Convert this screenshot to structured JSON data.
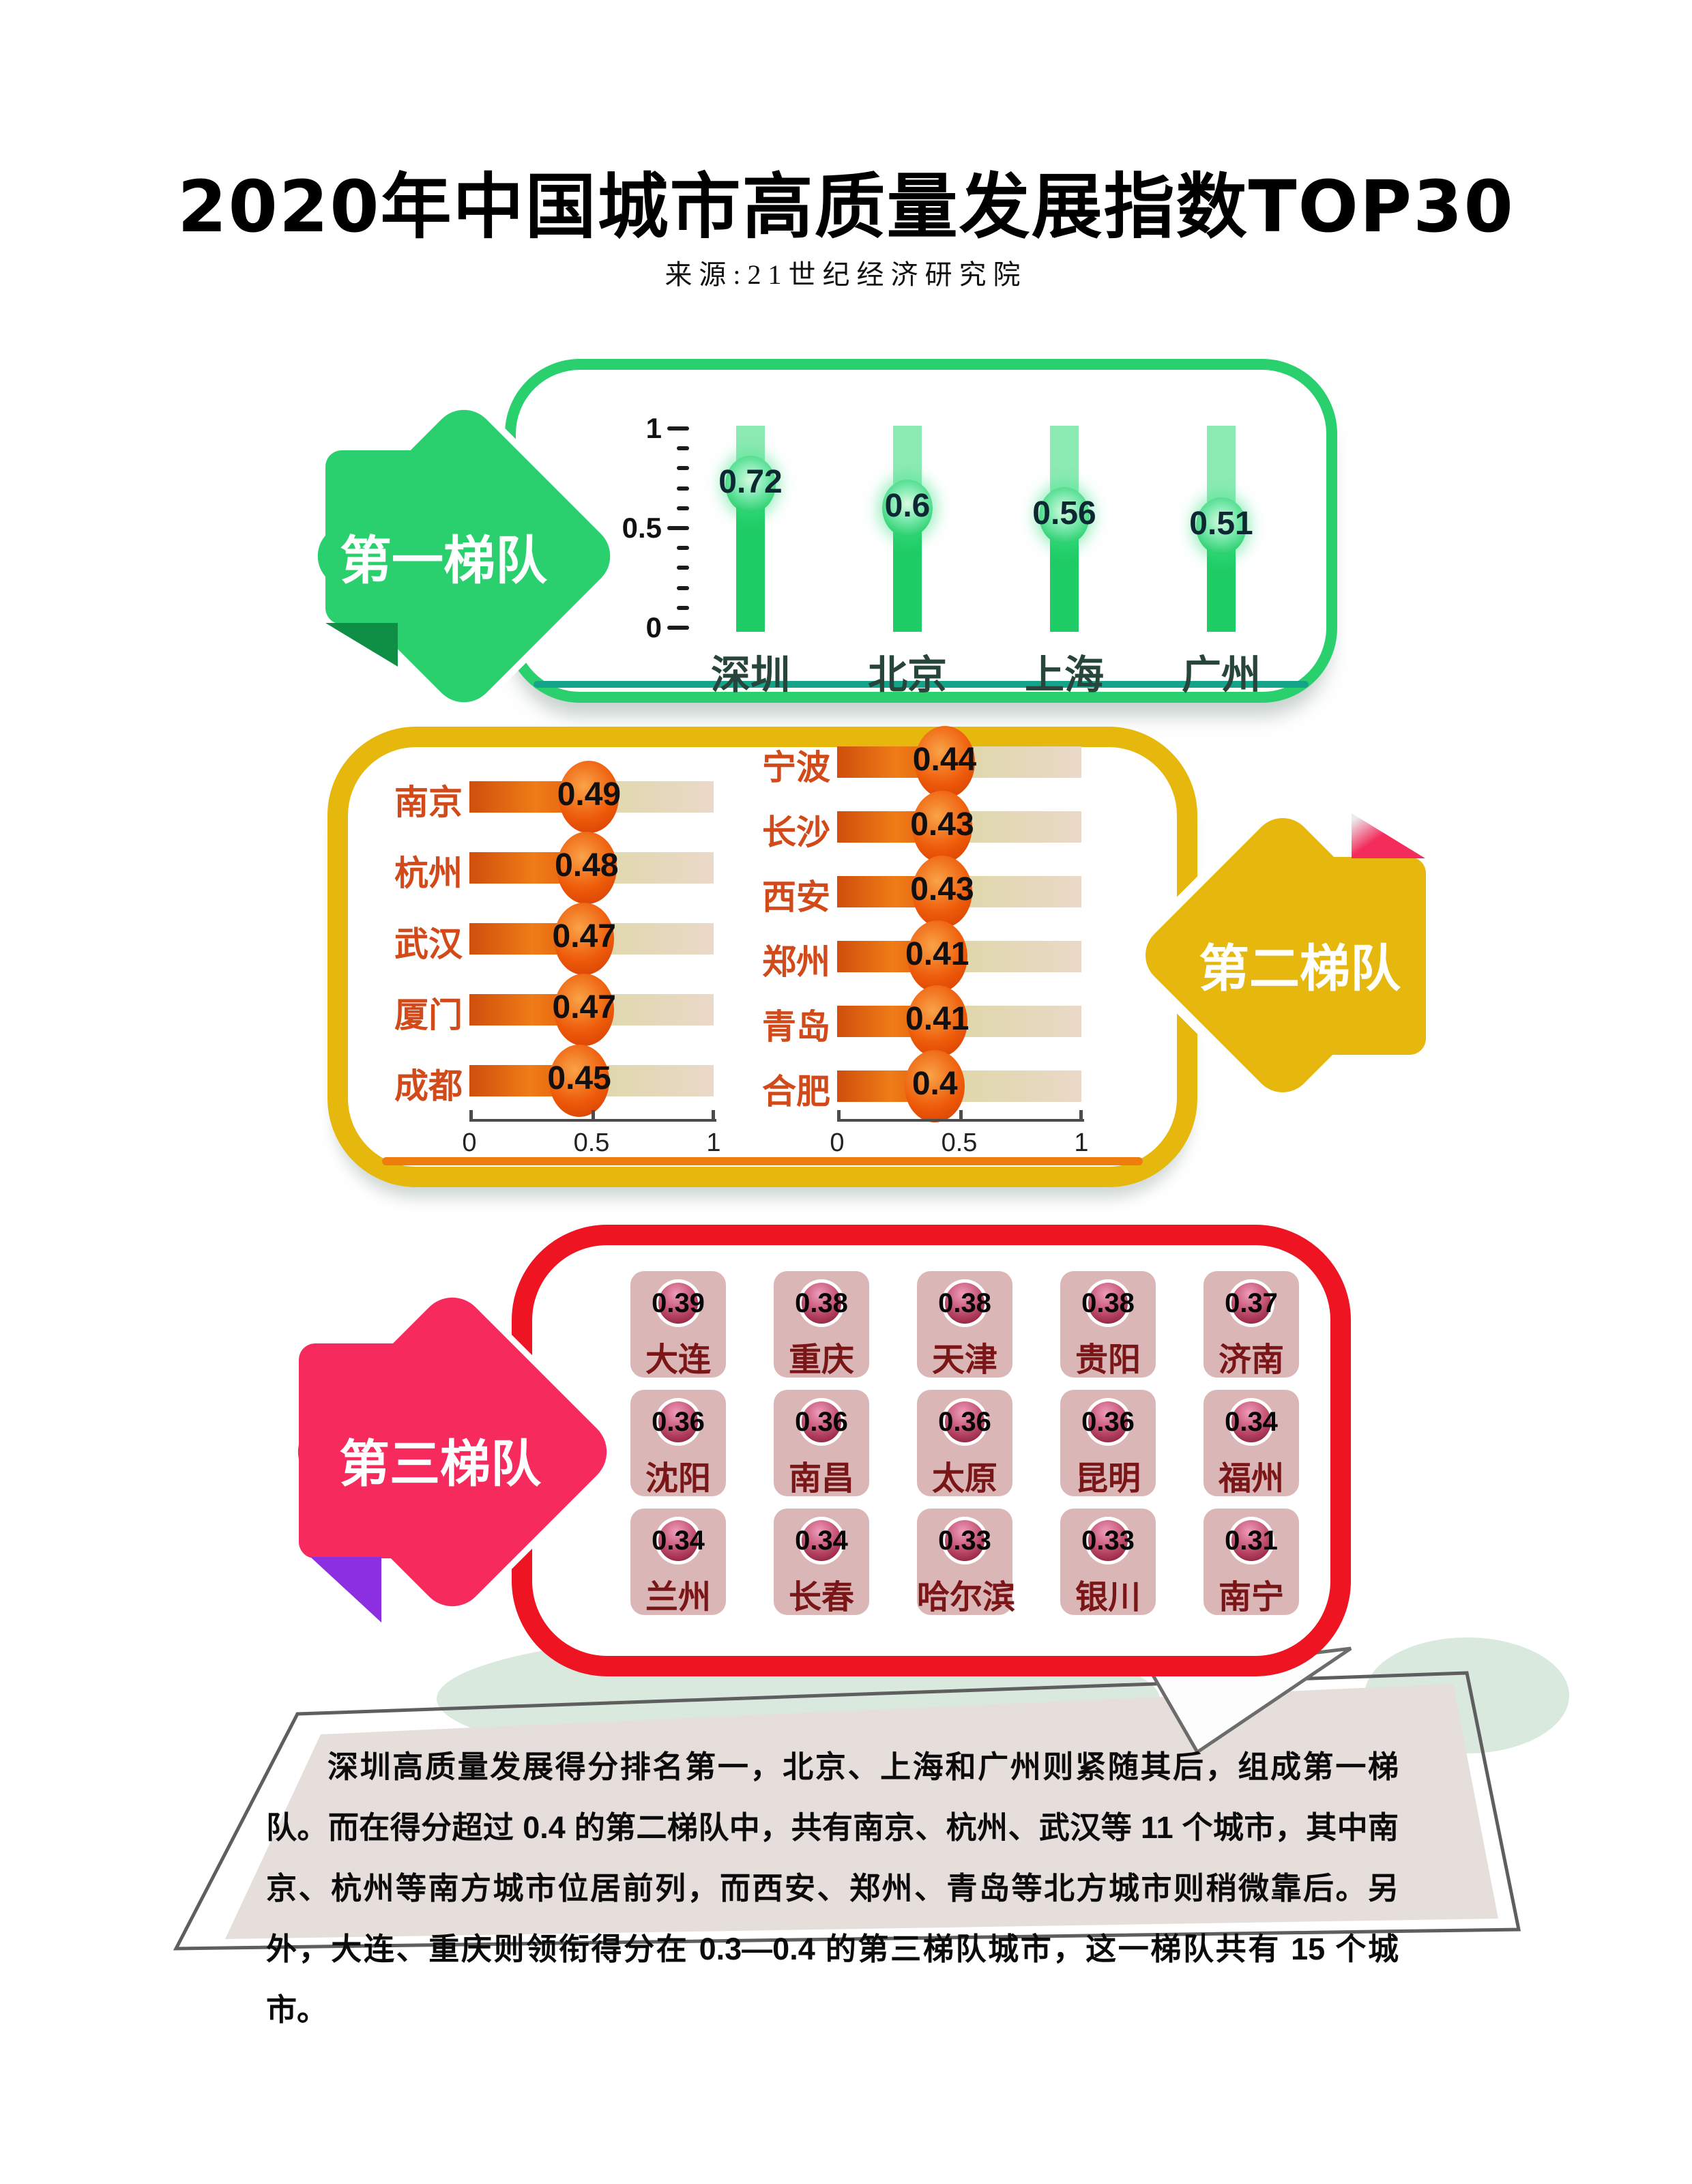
{
  "title": "2020年中国城市高质量发展指数TOP30",
  "subtitle": "来源:21世纪经济研究院",
  "tier1": {
    "label": "第一梯队",
    "axis_ticks": [
      "1",
      "0.5",
      "0"
    ],
    "cities": [
      {
        "name": "深圳",
        "value": "0.72"
      },
      {
        "name": "北京",
        "value": "0.6"
      },
      {
        "name": "上海",
        "value": "0.56"
      },
      {
        "name": "广州",
        "value": "0.51"
      }
    ]
  },
  "tier2": {
    "label": "第二梯队",
    "axis_ticks": [
      "0",
      "0.5",
      "1"
    ],
    "left_column": [
      {
        "name": "南京",
        "value": "0.49"
      },
      {
        "name": "杭州",
        "value": "0.48"
      },
      {
        "name": "武汉",
        "value": "0.47"
      },
      {
        "name": "厦门",
        "value": "0.47"
      },
      {
        "name": "成都",
        "value": "0.45"
      }
    ],
    "right_column": [
      {
        "name": "宁波",
        "value": "0.44"
      },
      {
        "name": "长沙",
        "value": "0.43"
      },
      {
        "name": "西安",
        "value": "0.43"
      },
      {
        "name": "郑州",
        "value": "0.41"
      },
      {
        "name": "青岛",
        "value": "0.41"
      },
      {
        "name": "合肥",
        "value": "0.4"
      }
    ]
  },
  "tier3": {
    "label": "第三梯队",
    "cities": [
      {
        "name": "大连",
        "value": "0.39"
      },
      {
        "name": "重庆",
        "value": "0.38"
      },
      {
        "name": "天津",
        "value": "0.38"
      },
      {
        "name": "贵阳",
        "value": "0.38"
      },
      {
        "name": "济南",
        "value": "0.37"
      },
      {
        "name": "沈阳",
        "value": "0.36"
      },
      {
        "name": "南昌",
        "value": "0.36"
      },
      {
        "name": "太原",
        "value": "0.36"
      },
      {
        "name": "昆明",
        "value": "0.36"
      },
      {
        "name": "福州",
        "value": "0.34"
      },
      {
        "name": "兰州",
        "value": "0.34"
      },
      {
        "name": "长春",
        "value": "0.34"
      },
      {
        "name": "哈尔滨",
        "value": "0.33"
      },
      {
        "name": "银川",
        "value": "0.33"
      },
      {
        "name": "南宁",
        "value": "0.31"
      }
    ]
  },
  "footer": {
    "paragraph": "深圳高质量发展得分排名第一，北京、上海和广州则紧随其后，组成第一梯队。而在得分超过 0.4 的第二梯队中，共有南京、杭州、武汉等 11 个城市，其中南京、杭州等南方城市位居前列，而西安、郑州、青岛等北方城市则稍微靠后。另外，大连、重庆则领衔得分在 0.3—0.4 的第三梯队城市，这一梯队共有 15 个城市。"
  },
  "colors": {
    "tier1_green": "#2bd06e",
    "tier1_fold_green": "#0f8f45",
    "tier1_inner_teal": "#14a489",
    "tier1_track_light": "#8ceab3",
    "tier2_yellow": "#e6b70c",
    "tier2_inner_orange": "#ee7d0e",
    "tier2_bar_orange": "#ee5b09",
    "tier2_label_orange": "#d2491a",
    "tier2_fold_pink": "#f32c5c",
    "tier3_red_border": "#ee1422",
    "tier3_arrow_pink": "#f62a5c",
    "tier3_fold_purple": "#8b2fe0",
    "tier3_cell_bg": "#dab7b6",
    "tier3_circle_maroon": "#8e1f3e",
    "tier3_city_text": "#7a1518",
    "note_panel_bg": "#e6dedb",
    "mint_shadow": "#d9e9de"
  },
  "chart_data": [
    {
      "type": "bar",
      "title": "第一梯队",
      "orientation": "vertical",
      "categories": [
        "深圳",
        "北京",
        "上海",
        "广州"
      ],
      "values": [
        0.72,
        0.6,
        0.56,
        0.51
      ],
      "ylabel": "",
      "ylim": [
        0,
        1
      ],
      "yticks": [
        0,
        0.5,
        1
      ],
      "minor_tick_step": 0.1,
      "grid": false
    },
    {
      "type": "bar",
      "title": "第二梯队",
      "orientation": "horizontal",
      "categories": [
        "南京",
        "杭州",
        "武汉",
        "厦门",
        "成都",
        "宁波",
        "长沙",
        "西安",
        "郑州",
        "青岛",
        "合肥"
      ],
      "values": [
        0.49,
        0.48,
        0.47,
        0.47,
        0.45,
        0.44,
        0.43,
        0.43,
        0.41,
        0.41,
        0.4
      ],
      "xlabel": "",
      "xlim": [
        0,
        1
      ],
      "xticks": [
        0,
        0.5,
        1
      ],
      "grid": false
    },
    {
      "type": "table",
      "title": "第三梯队",
      "categories": [
        "大连",
        "重庆",
        "天津",
        "贵阳",
        "济南",
        "沈阳",
        "南昌",
        "太原",
        "昆明",
        "福州",
        "兰州",
        "长春",
        "哈尔滨",
        "银川",
        "南宁"
      ],
      "values": [
        0.39,
        0.38,
        0.38,
        0.38,
        0.37,
        0.36,
        0.36,
        0.36,
        0.36,
        0.34,
        0.34,
        0.34,
        0.33,
        0.33,
        0.31
      ]
    }
  ]
}
